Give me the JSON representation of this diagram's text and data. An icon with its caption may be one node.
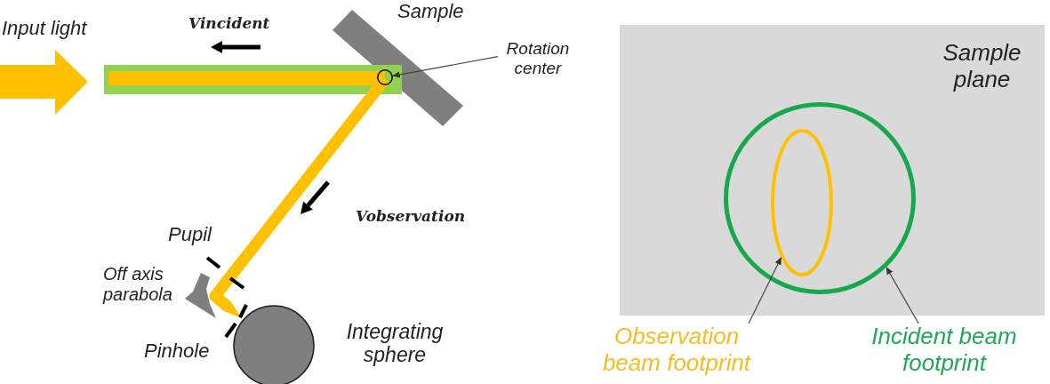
{
  "diagram": {
    "nodes": [
      {
        "text": [
          "Rotation center"
        ]
      },
      {
        "text": [],
        "shape": "circle"
      },
      {
        "text": [
          "Sample plane"
        ]
      },
      {
        "text": [],
        "shape": "circle",
        "in": 2
      },
      {
        "text": [],
        "shape": "ellipse",
        "in": 3
      },
      {
        "text": [
          "Observation beam footprint"
        ]
      },
      {
        "text": [
          "Incident beam footprint"
        ]
      }
    ],
    "edges": [
      {
        "from": 0,
        "to": 1,
        "arrow": "to"
      },
      {
        "from": 5,
        "to": 4,
        "arrow": "to"
      },
      {
        "from": 6,
        "to": 3,
        "arrow": "to"
      }
    ],
    "labels": [
      "Input light",
      "Vincident",
      "Sample",
      "Vobservation",
      "Pupil",
      "Off axis parabola",
      "Pinhole",
      "Integrating sphere"
    ]
  }
}
